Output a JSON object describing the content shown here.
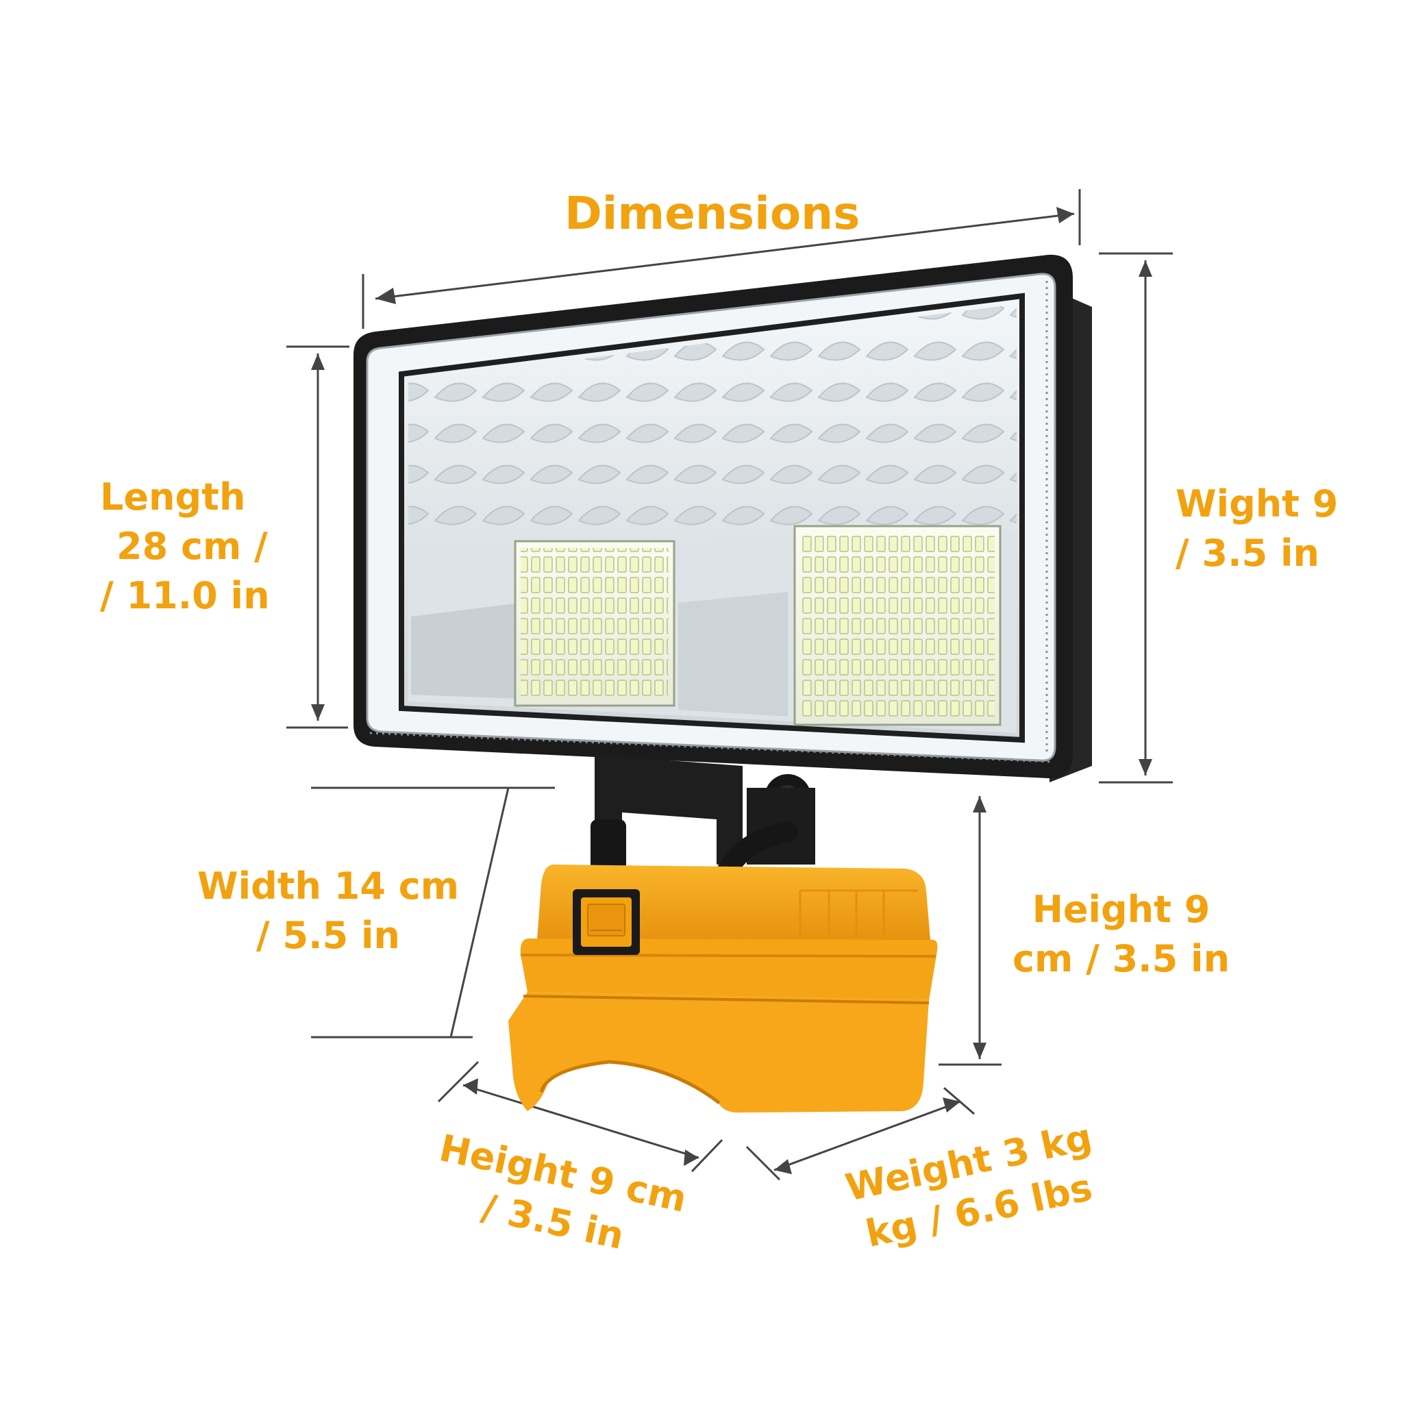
{
  "title": "Dimensions",
  "labels": {
    "length": [
      "Length",
      "28 cm /",
      "/ 11.0 in"
    ],
    "wight": [
      "Wight 9",
      "/ 3.5 in"
    ],
    "width": [
      "Width 14 cm",
      "/ 5.5 in"
    ],
    "height_right": [
      "Height 9",
      "cm / 3.5 in"
    ],
    "height_bottom": [
      "Height 9 cm",
      "/ 3.5 in"
    ],
    "weight": [
      "Weight 3 kg",
      "kg / 6.6 lbs"
    ]
  },
  "colors": {
    "accent": "#F2A20F",
    "housing": "#1B1B1B",
    "base": "#F6A417",
    "base_shadow": "#E08C0B",
    "lines": "#444444",
    "background": "#FFFFFF"
  }
}
